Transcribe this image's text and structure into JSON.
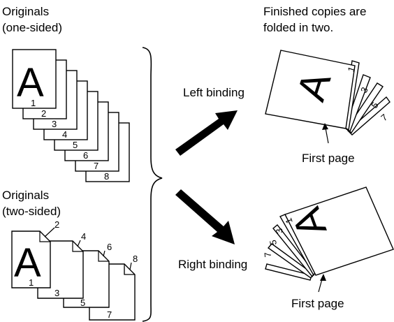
{
  "labels": {
    "originals_one_sided_1": "Originals",
    "originals_one_sided_2": "(one-sided)",
    "originals_two_sided_1": "Originals",
    "originals_two_sided_2": "(two-sided)",
    "finished_1": "Finished copies are",
    "finished_2": "folded in two.",
    "left_binding": "Left binding",
    "right_binding": "Right binding",
    "first_page_top": "First page",
    "first_page_bottom": "First page",
    "letter": "A"
  },
  "one_sided_pages": [
    "1",
    "2",
    "3",
    "4",
    "5",
    "6",
    "7",
    "8"
  ],
  "two_sided_pages": {
    "front": [
      "1",
      "3",
      "5",
      "7"
    ],
    "back": [
      "2",
      "4",
      "6",
      "8"
    ]
  },
  "left_fan_numbers": [
    "1",
    "3",
    "5",
    "7"
  ],
  "right_fan_numbers": [
    "1",
    "3",
    "5",
    "7"
  ]
}
